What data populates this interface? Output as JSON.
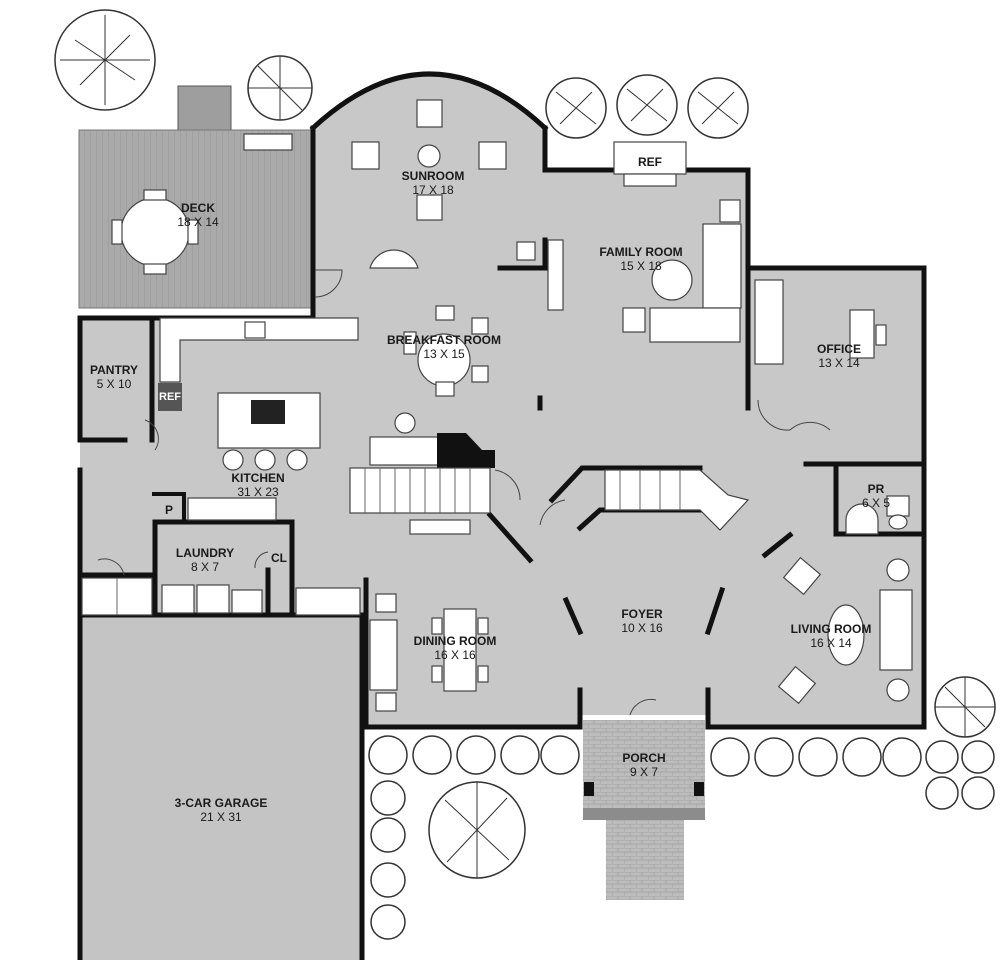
{
  "rooms": {
    "deck": {
      "name": "DECK",
      "size": "18 X 14"
    },
    "sunroom": {
      "name": "SUNROOM",
      "size": "17 X 18"
    },
    "family_room": {
      "name": "FAMILY ROOM",
      "size": "15 X 18"
    },
    "breakfast_room": {
      "name": "BREAKFAST ROOM",
      "size": "13 X 15"
    },
    "office": {
      "name": "OFFICE",
      "size": "13 X 14"
    },
    "pantry": {
      "name": "PANTRY",
      "size": "5 X 10"
    },
    "kitchen": {
      "name": "KITCHEN",
      "size": "31 X 23"
    },
    "laundry": {
      "name": "LAUNDRY",
      "size": "8 X 7"
    },
    "powder_room": {
      "name": "PR",
      "size": "6 X 5"
    },
    "foyer": {
      "name": "FOYER",
      "size": "10 X 16"
    },
    "living_room": {
      "name": "LIVING ROOM",
      "size": "16 X 14"
    },
    "dining_room": {
      "name": "DINING ROOM",
      "size": "16 X 16"
    },
    "porch": {
      "name": "PORCH",
      "size": "9 X 7"
    },
    "garage": {
      "name": "3-CAR GARAGE",
      "size": "21 X 31"
    }
  },
  "fixtures": {
    "ref_family": "REF",
    "ref_kitchen": "REF",
    "pantry_closet": "P",
    "closet": "CL"
  },
  "colors": {
    "floor": "#c8c8c8",
    "wall": "#111111",
    "deck": "#a9a9a9",
    "garage": "#c4c4c4",
    "porch": "#bdbdbd"
  }
}
